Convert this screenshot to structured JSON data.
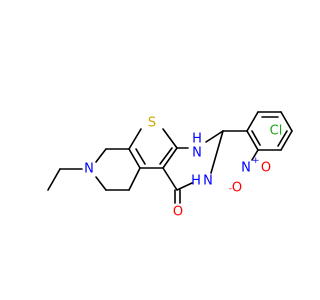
{
  "colors": {
    "bond": "#000000",
    "nitrogen": "#0000ff",
    "oxygen": "#ff0000",
    "sulfur": "#c8a800",
    "chlorine": "#1fa51f",
    "background": "#ffffff"
  },
  "atoms": {
    "s": "S",
    "n_ring_left": "N",
    "nh_top": "N",
    "nh_top_h": "H",
    "nh_bottom": "N",
    "nh_bottom_h": "H",
    "carbonyl_o": "O",
    "cl": "Cl",
    "nitro_n": "N",
    "nitro_plus": "+",
    "nitro_o_right": "O",
    "nitro_o_left": "O",
    "nitro_minus": "-"
  }
}
